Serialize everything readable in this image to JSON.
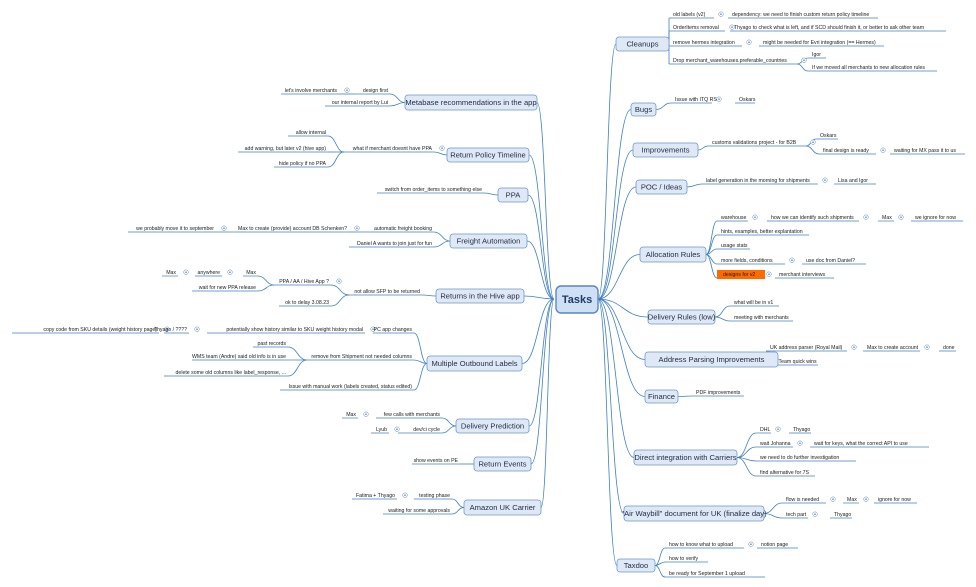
{
  "center": "Tasks",
  "branches": [
    {
      "label": "Cleanups",
      "leaves": [
        "old labels (v2)",
        "dependency: we need to finish custom return policy timeline",
        "OrderItems removal",
        "Thyago to check what is left, and if SCD should finish it, or better to ask other team",
        "remove hermes integration",
        "might be needed for Evri integration (== Hermes)",
        "Drop merchant_warehouses.preferable_countries",
        "Igor",
        "If we moved all merchants to new allocation rules"
      ]
    },
    {
      "label": "Bugs",
      "leaves": [
        "Issue with ITQ RS",
        "Oskars"
      ]
    },
    {
      "label": "Improvements",
      "leaves": [
        "customs validations project - for B2B",
        "Oskars",
        "final design is ready",
        "waiting for MX pass it to us"
      ]
    },
    {
      "label": "POC / Ideas",
      "leaves": [
        "label generation in the morning for shipments",
        "Lisa and Igor"
      ]
    },
    {
      "label": "Allocation Rules",
      "leaves": [
        "warehouse",
        "how we can identify such shipments",
        "Max",
        "we ignore for now",
        "hints, examples, better explantation",
        "usage stats",
        "more fields, conditions",
        "use doc from Daniel?",
        "designs for v2",
        "merchant interviews"
      ]
    },
    {
      "label": "Delivery Rules (low)",
      "leaves": [
        "what will be in v1",
        "meeting with merchants"
      ]
    },
    {
      "label": "Address Parsing Improvements",
      "leaves": [
        "UK address parser (Royal Mail)",
        "Max to create account",
        "done",
        "CX Team quick wins"
      ]
    },
    {
      "label": "Finance",
      "leaves": [
        "PDF improvements"
      ]
    },
    {
      "label": "Direct integration with Carriers",
      "leaves": [
        "DHL",
        "Thyago",
        "wait Johanna",
        "wait for keys, what the correct API to use",
        "we need to do further investigation",
        "find alternative for 7S"
      ]
    },
    {
      "label": "\"Air Waybill\" document for UK (finalize day)",
      "leaves": [
        "flow is needed",
        "Max",
        "ignore for now",
        "tech part",
        "Thyago"
      ]
    },
    {
      "label": "Taxdoo",
      "leaves": [
        "how to know what to upload",
        "notion page",
        "how to verify",
        "be ready for September 1 upload"
      ]
    },
    {
      "label": "Metabase recommendations in the app",
      "leaves": [
        "let's involve merchants",
        "design first",
        "our internal report by Lui"
      ]
    },
    {
      "label": "Return Policy Timeline",
      "leaves": [
        "allow internal",
        "what if merchant doesnt have PPA",
        "add warning, but later v2 (hive app)",
        "hide policy if no PPA"
      ]
    },
    {
      "label": "PPA",
      "leaves": [
        "switch from order_items to something else"
      ]
    },
    {
      "label": "Freight Automation",
      "leaves": [
        "we probably move it to september",
        "Max to create (provide) account DB Schenken?",
        "automatic freight booking",
        "Daniel A wants to join just for fun"
      ]
    },
    {
      "label": "Returns in the Hive app",
      "leaves": [
        "Max",
        "anywhere",
        "Max",
        "PPA / AA / Hive App ?",
        "wait for new PPA release",
        "not allow SFP to be returned",
        "ok to delay 3.08.23"
      ]
    },
    {
      "label": "Multiple Outbound Labels",
      "leaves": [
        "copy code from SKU details (weight history page)",
        "Thyago / ????",
        "potentially show history similar to SKU weight history modal",
        "PC app changes",
        "past records",
        "WMS team (Andre) said old info is in use",
        "remove from Shipment not needed columns",
        "delete some old columns like label_response, ...",
        "Issue with manual work (labels created, status edited)"
      ]
    },
    {
      "label": "Delivery Prediction",
      "leaves": [
        "Max",
        "few calls with merchants",
        "Lyub",
        "dev/ci cycle"
      ]
    },
    {
      "label": "Return Events",
      "leaves": [
        "show events on PE"
      ]
    },
    {
      "label": "Amazon UK Carrier",
      "leaves": [
        "Fatima + Thyago",
        "testing phase",
        "waiting for some approvals"
      ]
    }
  ],
  "colors": {
    "link": "#3f7fc0",
    "node_fill": "#dfe9f6",
    "node_border": "#6d98c8",
    "highlight": "#ff6a00"
  }
}
